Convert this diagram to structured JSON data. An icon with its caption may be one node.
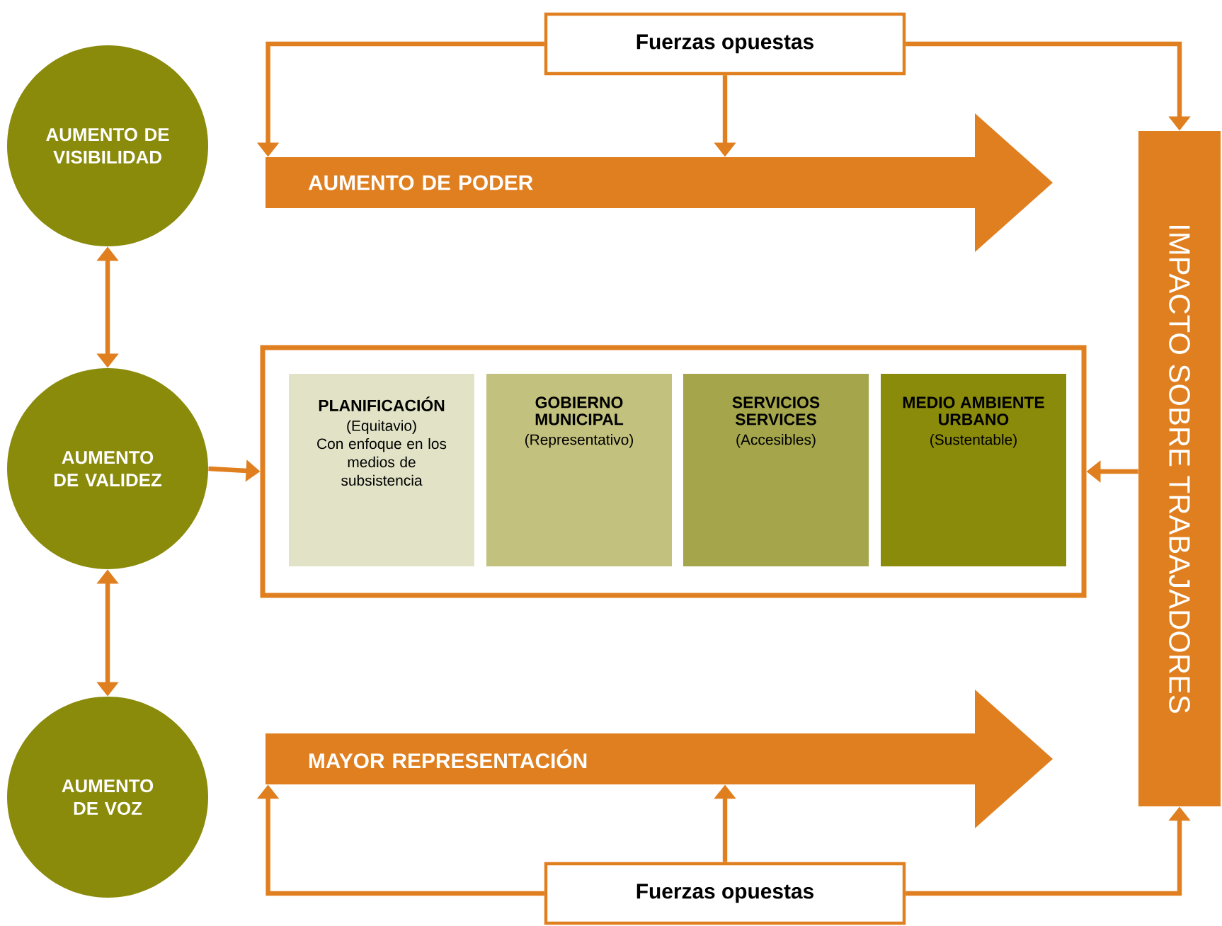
{
  "diagram": {
    "nodes": [
      {
        "text": [
          "AUMENTO DE VISIBILIDAD"
        ]
      },
      {
        "text": [
          "AUMENTO DE VALIDEZ"
        ]
      },
      {
        "text": [
          "AUMENTO DE VOZ"
        ]
      },
      {
        "text": [
          "Fuerzas opuestas"
        ]
      },
      {
        "text": [
          "AUMENTO DE PODER"
        ]
      },
      {
        "text": [
          "MAYOR REPRESENTACIÓN"
        ]
      },
      {
        "text": [
          "IMPACTO SOBRE TRABAJADORES"
        ]
      },
      {
        "text": [],
        "shape": "box"
      },
      {
        "text": [
          "PLANIFICACIÓN",
          "(Equitavio)",
          "Con enfoque en los medios de subsistencia"
        ],
        "in": 7
      },
      {
        "text": [
          "GOBIERNO MUNICIPAL",
          "(Representativo)"
        ],
        "in": 7
      },
      {
        "text": [
          "SERVICIOS SERVICES",
          "(Accesibles)"
        ],
        "in": 7
      },
      {
        "text": [
          "MEDIO AMBIENTE URBANO",
          "(Sustentable)"
        ],
        "in": 7
      },
      {
        "text": [
          "Fuerzas opuestas"
        ]
      }
    ],
    "edges": [
      {
        "from": 0,
        "to": 1,
        "arrow": "both"
      },
      {
        "from": 1,
        "to": 2,
        "arrow": "both"
      },
      {
        "from": 1,
        "to": 7,
        "arrow": "to"
      },
      {
        "from": 6,
        "to": 7,
        "arrow": "to"
      },
      {
        "from": 3,
        "to": 4,
        "arrow": "to"
      },
      {
        "from": 3,
        "to": 4,
        "arrow": "to"
      },
      {
        "from": 3,
        "to": 6,
        "arrow": "to"
      },
      {
        "from": 12,
        "to": 5,
        "arrow": "to"
      },
      {
        "from": 12,
        "to": 5,
        "arrow": "to"
      },
      {
        "from": 12,
        "to": 6,
        "arrow": "to"
      }
    ]
  }
}
